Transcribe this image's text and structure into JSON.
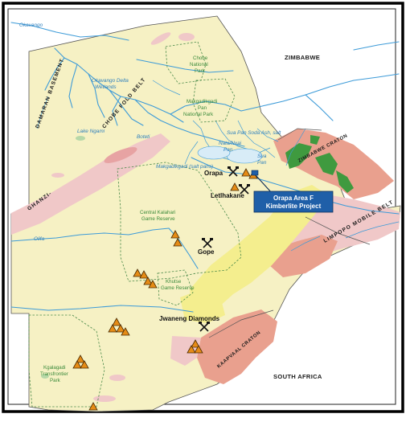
{
  "countries": {
    "zimbabwe": "ZIMBABWE",
    "south_africa": "SOUTH AFRICA"
  },
  "belts": {
    "damaran": "DAMARAN BASEMENT",
    "chobe_fold": "CHOBE FOLD BELT",
    "ghanzi": "GHANZI-",
    "limpopo": "LIMPOPO MOBILE BELT"
  },
  "cratons": {
    "zimbabwe": "ZIMBABWE CRATON",
    "kaapvaal": "KAAPVAAL CRATON"
  },
  "water": {
    "okavango": "Okavango",
    "okavango_delta_1": "Okavango Delta",
    "okavango_delta_2": "Wetlands",
    "lake_ngami": "Lake Ngami",
    "boteti": "Boteti",
    "sua_pan_salt": "Sua Pan Soda Ash, salt",
    "nxai_1": "Nata/Nxai",
    "nxai_2": "Pan",
    "sua_pan_1": "Sua",
    "sua_pan_2": "Pan",
    "makgadikgadi_salt": "Makgadikgadi (salt pans)",
    "olifants": "Olifa"
  },
  "parks": {
    "chobe_1": "Chobe",
    "chobe_2": "National",
    "chobe_3": "Park",
    "makgadikgadi_1": "Makgadikgadi",
    "makgadikgadi_2": "Pan",
    "makgadikgadi_3": "National Park",
    "ckgr_1": "Central Kalahari",
    "ckgr_2": "Game Reserve",
    "khutse_1": "Khutse",
    "khutse_2": "Game Reserve",
    "kgalagadi_1": "Kgalagadi",
    "kgalagadi_2": "Transfrontier",
    "kgalagadi_3": "Park"
  },
  "sites": {
    "orapa": "Orapa",
    "letlhakane": "Letlhakane",
    "gope": "Gope",
    "jwaneng": "Jwaneng Diamonds"
  },
  "project_callout": {
    "line1": "Orapa Area F",
    "line2": "Kimberlite Project",
    "color": "#1f5fa8"
  },
  "legend_colors": {
    "basement": "#f6f1c4",
    "kalahari_sand": "#f4ee8e",
    "craton": "#e9a08e",
    "belt": "#f0c8c8",
    "greenstone": "#3f9a3f",
    "water": "#3d9bd8"
  },
  "symbols": {
    "mine": "crossed-hammers-icon",
    "kimberlite": "triangle-icon"
  }
}
